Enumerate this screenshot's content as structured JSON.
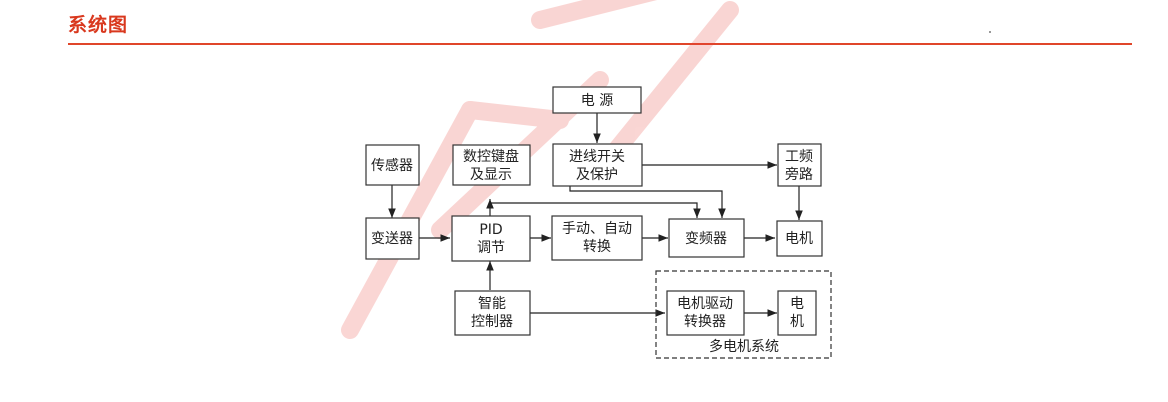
{
  "header": {
    "title": "系统图"
  },
  "diagram": {
    "power": "电 源",
    "switch_l1": "进线开关",
    "switch_l2": "及保护",
    "bypass_l1": "工频",
    "bypass_l2": "旁路",
    "sensor": "传感器",
    "keypad_l1": "数控键盘",
    "keypad_l2": "及显示",
    "transmitter": "变送器",
    "pid_l1": "PID",
    "pid_l2": "调节",
    "manual_l1": "手动、自动",
    "manual_l2": "转换",
    "inverter": "变频器",
    "motor": "电机",
    "smart_l1": "智能",
    "smart_l2": "控制器",
    "driver_l1": "电机驱动",
    "driver_l2": "转换器",
    "motor2_l1": "电",
    "motor2_l2": "机",
    "multi_motor": "多电机系统"
  }
}
